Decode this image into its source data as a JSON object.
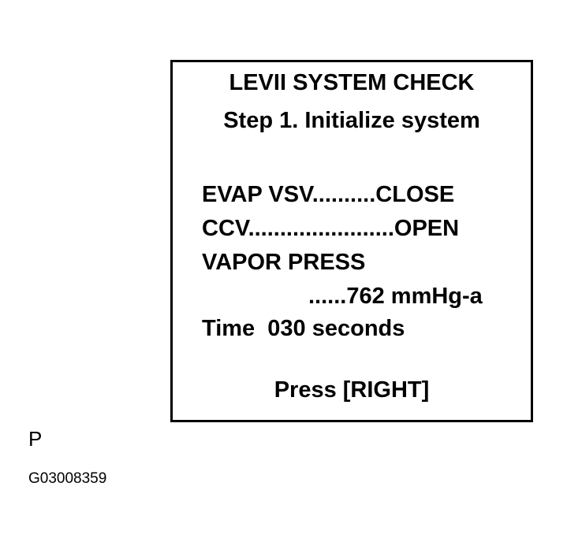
{
  "screen": {
    "title": "LEVII SYSTEM CHECK",
    "step": "Step 1. Initialize system",
    "rows": [
      "EVAP VSV..........CLOSE",
      "CCV.......................OPEN",
      "VAPOR PRESS",
      "......762 mmHg-a",
      "Time  030 seconds"
    ],
    "prompt": "Press [RIGHT]"
  },
  "figure": {
    "marker": "P",
    "code": "G03008359"
  }
}
